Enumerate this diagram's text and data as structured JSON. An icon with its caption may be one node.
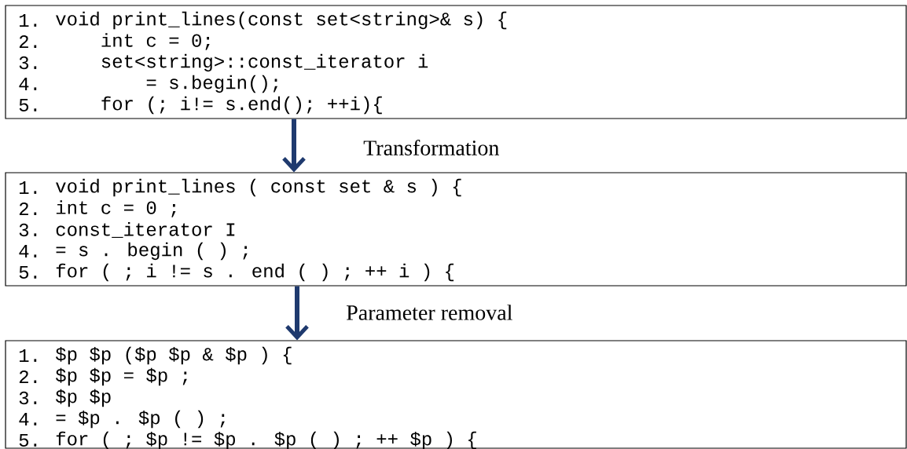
{
  "diagram": {
    "nodes": [
      {
        "text": [
          "1.",
          "void print_lines(const set<string>& s) {",
          "2.",
          "int c = 0;",
          "3.",
          "set<string>::const_iterator i",
          "4.",
          "= s.begin();",
          "5.",
          "for (; i!= s.end(); ++i){"
        ]
      },
      {
        "text": [
          "1.",
          "void print_lines ( const set & s ) {",
          "2.",
          "int c = 0 ;",
          "3.",
          "const_iterator I",
          "4.",
          "= s . begin ( ) ;",
          "5.",
          "for ( ; i != s . end ( ) ; ++ i ) {"
        ]
      },
      {
        "text": [
          "1.",
          "$p $p ($p $p & $p ) {",
          "2.",
          "$p $p = $p ;",
          "3.",
          "$p $p",
          "4.",
          "= $p . $p ( ) ;",
          "5.",
          "for ( ; $p != $p . $p ( ) ; ++ $p ) {"
        ]
      }
    ],
    "edges": [
      {
        "from": 0,
        "to": 1,
        "arrow": "to",
        "label": "Transformation"
      },
      {
        "from": 1,
        "to": 2,
        "arrow": "to",
        "label": "Parameter removal"
      }
    ]
  }
}
